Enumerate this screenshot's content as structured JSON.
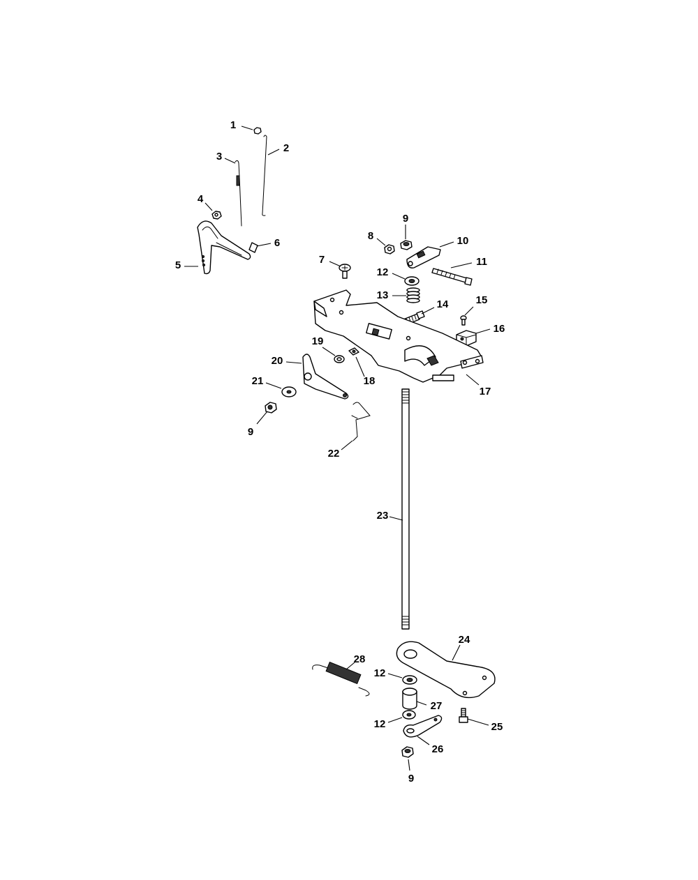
{
  "callouts": [
    {
      "id": "c1",
      "text": "1"
    },
    {
      "id": "c2",
      "text": "2"
    },
    {
      "id": "c3",
      "text": "3"
    },
    {
      "id": "c4",
      "text": "4"
    },
    {
      "id": "c5",
      "text": "5"
    },
    {
      "id": "c6",
      "text": "6"
    },
    {
      "id": "c7",
      "text": "7"
    },
    {
      "id": "c8",
      "text": "8"
    },
    {
      "id": "c9a",
      "text": "9"
    },
    {
      "id": "c10",
      "text": "10"
    },
    {
      "id": "c11",
      "text": "11"
    },
    {
      "id": "c12a",
      "text": "12"
    },
    {
      "id": "c13",
      "text": "13"
    },
    {
      "id": "c14",
      "text": "14"
    },
    {
      "id": "c15",
      "text": "15"
    },
    {
      "id": "c16",
      "text": "16"
    },
    {
      "id": "c17",
      "text": "17"
    },
    {
      "id": "c18",
      "text": "18"
    },
    {
      "id": "c19",
      "text": "19"
    },
    {
      "id": "c20",
      "text": "20"
    },
    {
      "id": "c21",
      "text": "21"
    },
    {
      "id": "c9b",
      "text": "9"
    },
    {
      "id": "c22",
      "text": "22"
    },
    {
      "id": "c23",
      "text": "23"
    },
    {
      "id": "c24",
      "text": "24"
    },
    {
      "id": "c28",
      "text": "28"
    },
    {
      "id": "c12b",
      "text": "12"
    },
    {
      "id": "c27",
      "text": "27"
    },
    {
      "id": "c12c",
      "text": "12"
    },
    {
      "id": "c25",
      "text": "25"
    },
    {
      "id": "c26",
      "text": "26"
    },
    {
      "id": "c9c",
      "text": "9"
    }
  ]
}
